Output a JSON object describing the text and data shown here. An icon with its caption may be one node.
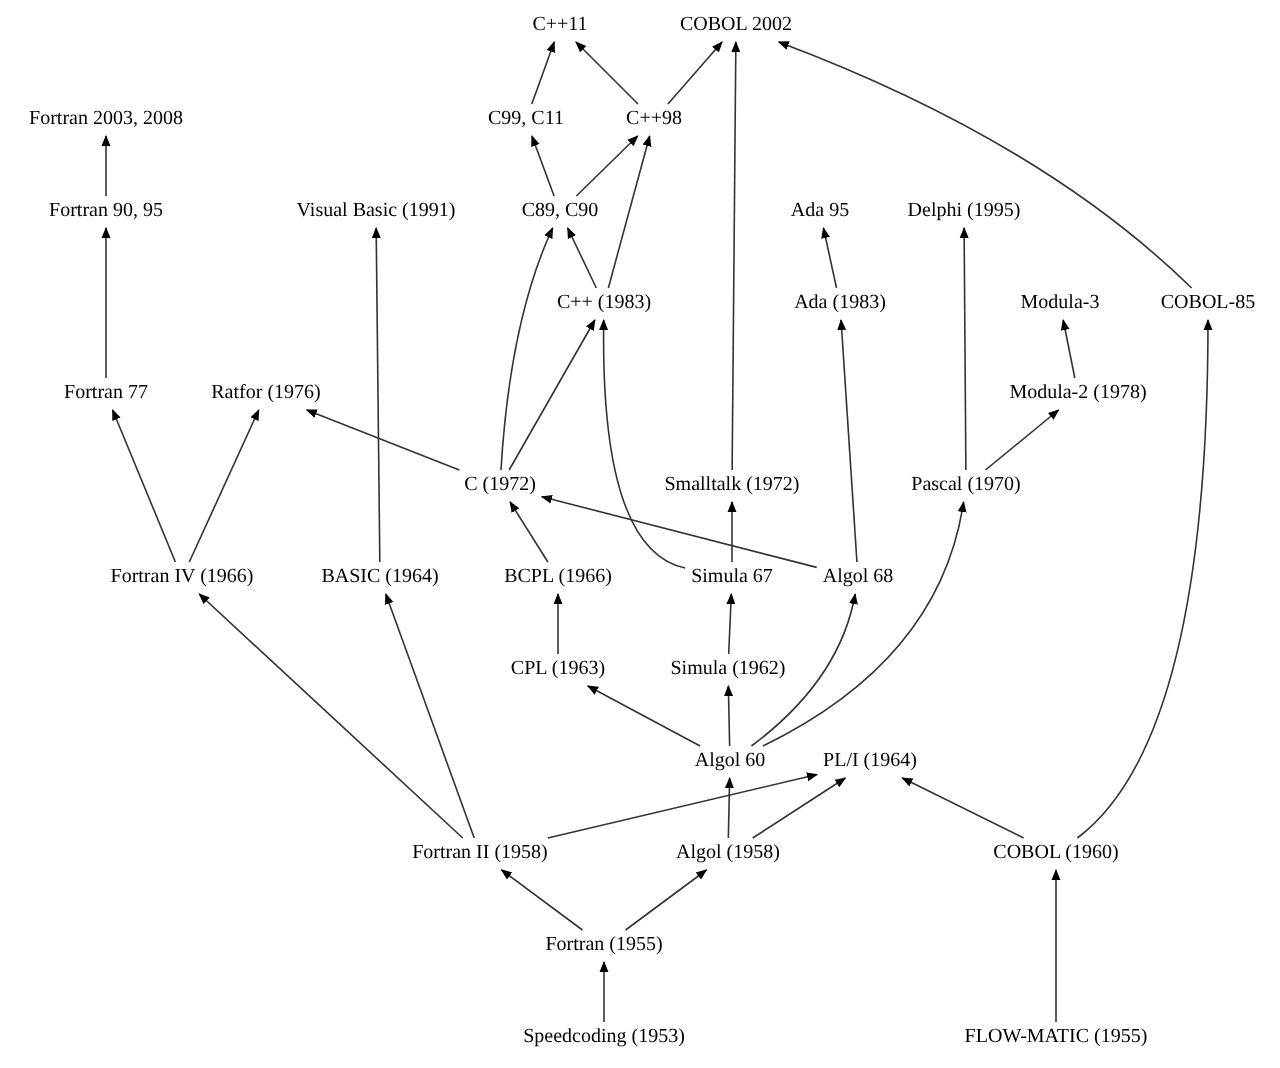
{
  "diagram": {
    "nodes": [
      {
        "text": [
          "C++11"
        ]
      },
      {
        "text": [
          "COBOL 2002"
        ]
      },
      {
        "text": [
          "Fortran 2003, 2008"
        ]
      },
      {
        "text": [
          "C99, C11"
        ]
      },
      {
        "text": [
          "C++98"
        ]
      },
      {
        "text": [
          "Fortran 90, 95"
        ]
      },
      {
        "text": [
          "Visual Basic (1991)"
        ]
      },
      {
        "text": [
          "C89, C90"
        ]
      },
      {
        "text": [
          "Ada 95"
        ]
      },
      {
        "text": [
          "Delphi (1995)"
        ]
      },
      {
        "text": [
          "C++ (1983)"
        ]
      },
      {
        "text": [
          "Ada (1983)"
        ]
      },
      {
        "text": [
          "Modula-3"
        ]
      },
      {
        "text": [
          "COBOL-85"
        ]
      },
      {
        "text": [
          "Fortran 77"
        ]
      },
      {
        "text": [
          "Ratfor (1976)"
        ]
      },
      {
        "text": [
          "Modula-2 (1978)"
        ]
      },
      {
        "text": [
          "C (1972)"
        ]
      },
      {
        "text": [
          "Smalltalk (1972)"
        ]
      },
      {
        "text": [
          "Pascal (1970)"
        ]
      },
      {
        "text": [
          "Fortran IV (1966)"
        ]
      },
      {
        "text": [
          "BASIC (1964)"
        ]
      },
      {
        "text": [
          "BCPL (1966)"
        ]
      },
      {
        "text": [
          "Simula 67"
        ]
      },
      {
        "text": [
          "Algol 68"
        ]
      },
      {
        "text": [
          "CPL (1963)"
        ]
      },
      {
        "text": [
          "Simula (1962)"
        ]
      },
      {
        "text": [
          "Algol 60"
        ]
      },
      {
        "text": [
          "PL/I (1964)"
        ]
      },
      {
        "text": [
          "Fortran II (1958)"
        ]
      },
      {
        "text": [
          "Algol (1958)"
        ]
      },
      {
        "text": [
          "COBOL (1960)"
        ]
      },
      {
        "text": [
          "Fortran (1955)"
        ]
      },
      {
        "text": [
          "Speedcoding (1953)"
        ]
      },
      {
        "text": [
          "FLOW-MATIC (1955)"
        ]
      }
    ],
    "edges": [
      {
        "from": 33,
        "to": 32,
        "arrow": "to"
      },
      {
        "from": 32,
        "to": 29,
        "arrow": "to"
      },
      {
        "from": 32,
        "to": 30,
        "arrow": "to"
      },
      {
        "from": 34,
        "to": 31,
        "arrow": "to"
      },
      {
        "from": 29,
        "to": 20,
        "arrow": "to"
      },
      {
        "from": 29,
        "to": 21,
        "arrow": "to"
      },
      {
        "from": 29,
        "to": 28,
        "arrow": "to"
      },
      {
        "from": 30,
        "to": 27,
        "arrow": "to"
      },
      {
        "from": 30,
        "to": 28,
        "arrow": "to"
      },
      {
        "from": 31,
        "to": 28,
        "arrow": "to"
      },
      {
        "from": 31,
        "to": 13,
        "arrow": "to"
      },
      {
        "from": 27,
        "to": 25,
        "arrow": "to"
      },
      {
        "from": 27,
        "to": 26,
        "arrow": "to"
      },
      {
        "from": 27,
        "to": 24,
        "arrow": "to"
      },
      {
        "from": 27,
        "to": 19,
        "arrow": "to"
      },
      {
        "from": 25,
        "to": 22,
        "arrow": "to"
      },
      {
        "from": 26,
        "to": 23,
        "arrow": "to"
      },
      {
        "from": 22,
        "to": 17,
        "arrow": "to"
      },
      {
        "from": 23,
        "to": 18,
        "arrow": "to"
      },
      {
        "from": 23,
        "to": 10,
        "arrow": "to"
      },
      {
        "from": 24,
        "to": 17,
        "arrow": "to"
      },
      {
        "from": 24,
        "to": 11,
        "arrow": "to"
      },
      {
        "from": 20,
        "to": 14,
        "arrow": "to"
      },
      {
        "from": 20,
        "to": 15,
        "arrow": "to"
      },
      {
        "from": 17,
        "to": 15,
        "arrow": "to"
      },
      {
        "from": 17,
        "to": 7,
        "arrow": "to"
      },
      {
        "from": 17,
        "to": 10,
        "arrow": "to"
      },
      {
        "from": 21,
        "to": 6,
        "arrow": "to"
      },
      {
        "from": 14,
        "to": 5,
        "arrow": "to"
      },
      {
        "from": 5,
        "to": 2,
        "arrow": "to"
      },
      {
        "from": 19,
        "to": 9,
        "arrow": "to"
      },
      {
        "from": 19,
        "to": 16,
        "arrow": "to"
      },
      {
        "from": 16,
        "to": 12,
        "arrow": "to"
      },
      {
        "from": 11,
        "to": 8,
        "arrow": "to"
      },
      {
        "from": 10,
        "to": 7,
        "arrow": "to"
      },
      {
        "from": 10,
        "to": 4,
        "arrow": "to"
      },
      {
        "from": 7,
        "to": 3,
        "arrow": "to"
      },
      {
        "from": 7,
        "to": 4,
        "arrow": "to"
      },
      {
        "from": 3,
        "to": 0,
        "arrow": "to"
      },
      {
        "from": 4,
        "to": 0,
        "arrow": "to"
      },
      {
        "from": 4,
        "to": 1,
        "arrow": "to"
      },
      {
        "from": 18,
        "to": 1,
        "arrow": "to"
      },
      {
        "from": 13,
        "to": 1,
        "arrow": "to"
      }
    ]
  }
}
